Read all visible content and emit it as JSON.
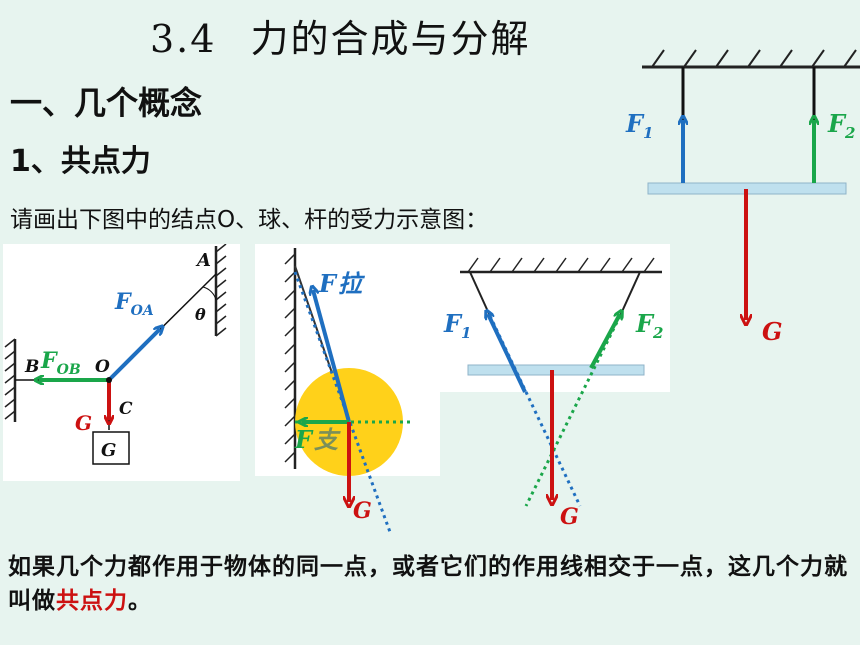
{
  "title": {
    "number": "3.4",
    "text": "力的合成与分解"
  },
  "heading1": "一、几个概念",
  "heading2": "1、共点力",
  "prompt": "请画出下图中的结点O、球、杆的受力示意图：",
  "diagram_ceiling": {
    "labels": {
      "f1": "F",
      "f1_sub": "1",
      "f2": "F",
      "f2_sub": "2",
      "g": "G"
    },
    "colors": {
      "f1": "#1f6fc0",
      "f2": "#1aa64a",
      "g": "#cc1111"
    }
  },
  "diagram_knot": {
    "labels": {
      "a": "A",
      "theta": "θ",
      "b": "B",
      "o": "O",
      "c": "C",
      "foa": "F",
      "foa_sub": "OA",
      "fob": "F",
      "fob_sub": "OB",
      "g_force": "G",
      "g_box": "G"
    }
  },
  "diagram_ball": {
    "labels": {
      "f_pull": "F",
      "f_pull_sub": "拉",
      "f_support": "F",
      "f_support_sub": "支",
      "g": "G"
    },
    "colors": {
      "ball": "#ffd11a"
    }
  },
  "diagram_rod": {
    "labels": {
      "f1": "F",
      "f1_sub": "1",
      "f2": "F",
      "f2_sub": "2",
      "g": "G"
    }
  },
  "bottom_text": {
    "before": "如果几个力都作用于物体的同一点，或者它们的作用线相交于一点，这几个力就叫做",
    "term": "共点力",
    "after": "。"
  }
}
